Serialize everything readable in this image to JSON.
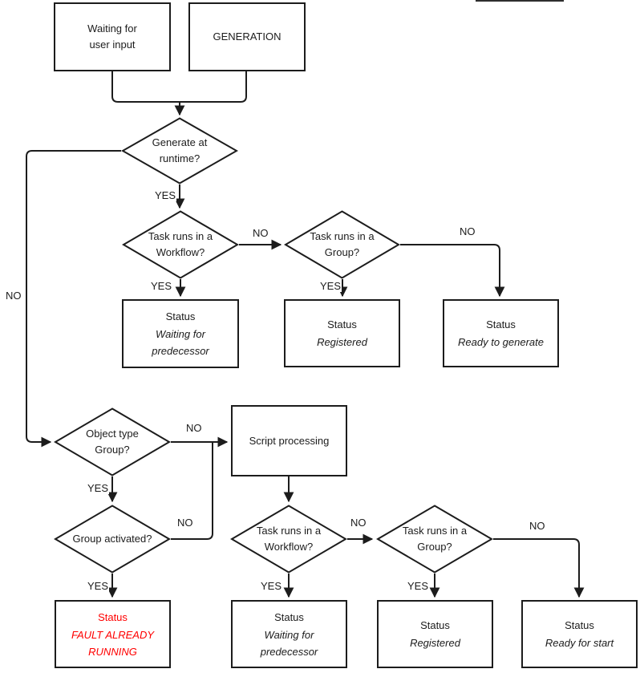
{
  "theme": {
    "ink": "#1c1c1c",
    "alert": "#ff0000",
    "canvas": "#ffffff"
  },
  "labels": {
    "yes": "YES",
    "no": "NO"
  },
  "nodes": {
    "waiting_input": {
      "label": "Waiting for\nuser input"
    },
    "generation": {
      "label": "GENERATION"
    },
    "generate_runtime": {
      "label": "Generate at\nruntime?"
    },
    "task_wf_top": {
      "label": "Task runs in a\nWorkflow?"
    },
    "task_group_top": {
      "label": "Task runs in a\nGroup?"
    },
    "status_wf_pred_top": {
      "title": "Status",
      "value": "Waiting for\npredecessor"
    },
    "status_registered_top": {
      "title": "Status",
      "value": "Registered"
    },
    "status_ready_generate": {
      "title": "Status",
      "value": "Ready to generate"
    },
    "object_type_group": {
      "label": "Object type\nGroup?"
    },
    "script_processing": {
      "label": "Script processing"
    },
    "group_activated": {
      "label": "Group activated?"
    },
    "status_fault": {
      "title": "Status",
      "value": "FAULT ALREADY\nRUNNING"
    },
    "task_wf_bottom": {
      "label": "Task runs in a\nWorkflow?"
    },
    "task_group_bottom": {
      "label": "Task runs in a\nGroup?"
    },
    "status_wf_pred_bottom": {
      "title": "Status",
      "value": "Waiting for\npredecessor"
    },
    "status_registered_bottom": {
      "title": "Status",
      "value": "Registered"
    },
    "status_ready_start": {
      "title": "Status",
      "value": "Ready for start"
    }
  }
}
